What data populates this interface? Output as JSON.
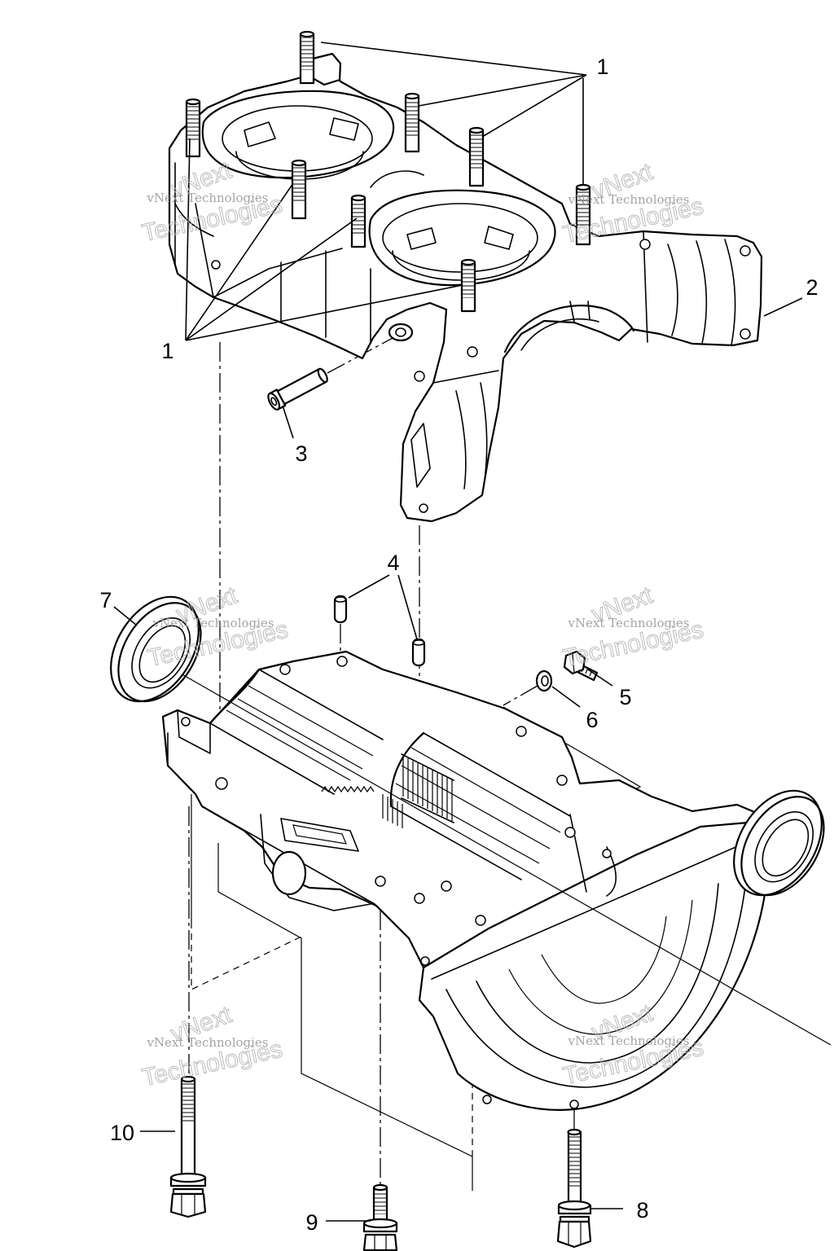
{
  "colors": {
    "line": "#000000",
    "background": "#ffffff",
    "watermark": "#9a9a9a"
  },
  "callouts": [
    "1",
    "1",
    "2",
    "3",
    "4",
    "5",
    "6",
    "7",
    "8",
    "9",
    "10"
  ],
  "watermark": {
    "large_top": "vNext",
    "small": "vNext Technologies",
    "large_bottom": "Technologies"
  }
}
